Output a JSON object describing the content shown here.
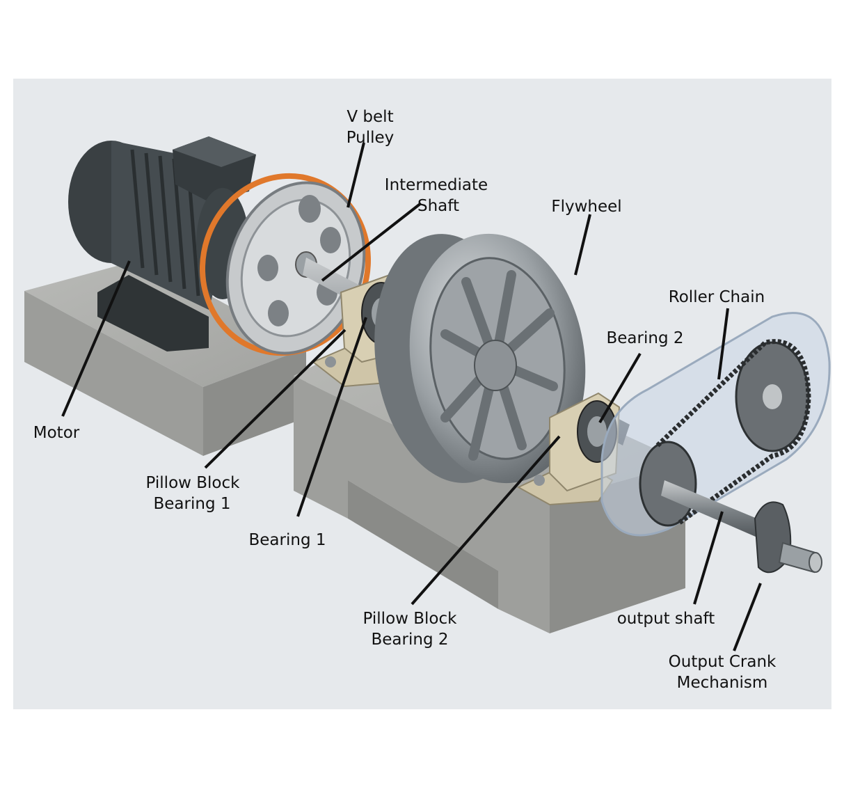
{
  "labels": {
    "v_belt_pulley": [
      "V belt",
      "Pulley"
    ],
    "intermediate_shaft": [
      "Intermediate",
      "Shaft"
    ],
    "flywheel": [
      "Flywheel"
    ],
    "roller_chain": [
      "Roller Chain"
    ],
    "bearing_2": [
      "Bearing 2"
    ],
    "motor": [
      "Motor"
    ],
    "pillow_block_bearing_1": [
      "Pillow Block",
      "Bearing 1"
    ],
    "bearing_1": [
      "Bearing 1"
    ],
    "pillow_block_bearing_2": [
      "Pillow Block",
      "Bearing 2"
    ],
    "output_shaft": [
      "output shaft"
    ],
    "output_crank_mechanism": [
      "Output Crank",
      "Mechanism"
    ]
  },
  "colors": {
    "background": "#e6e9ec",
    "concrete": "#a9aaa7",
    "motor_body": "#3c4245",
    "belt": "#e0782b",
    "steel": "#8d9296",
    "bearing_housing": "#cfc5a8",
    "chain_guard": "#c9d6e6"
  }
}
